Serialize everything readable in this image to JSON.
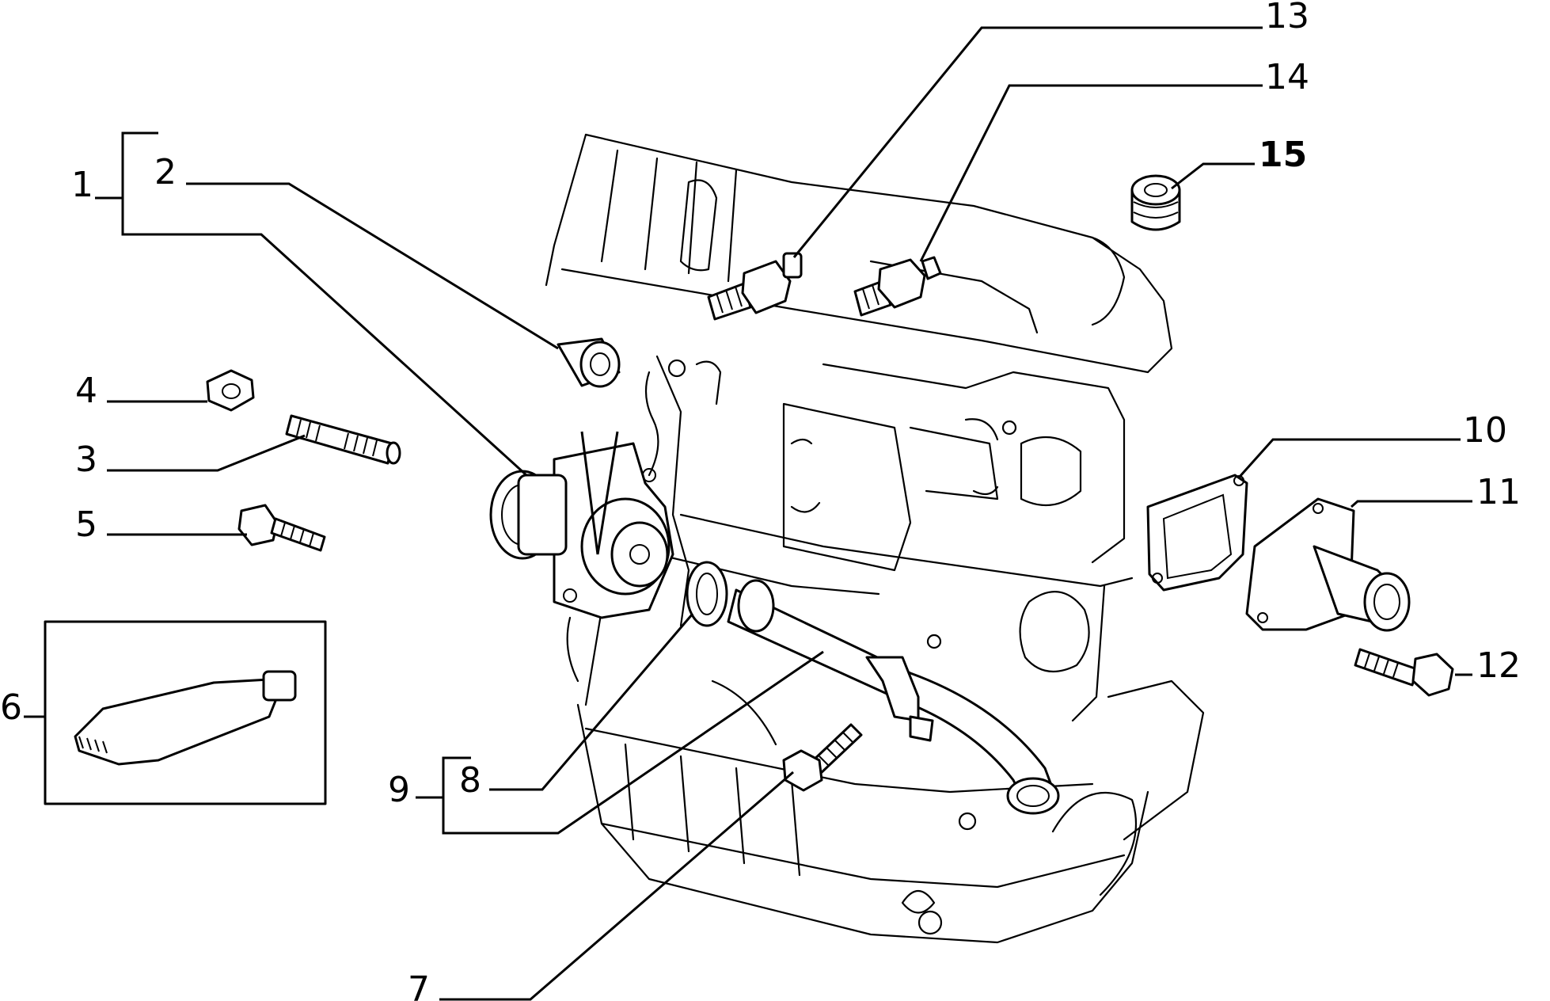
{
  "callouts": [
    {
      "id": "1",
      "text": "1"
    },
    {
      "id": "2",
      "text": "2"
    },
    {
      "id": "3",
      "text": "3"
    },
    {
      "id": "4",
      "text": "4"
    },
    {
      "id": "5",
      "text": "5"
    },
    {
      "id": "6",
      "text": "6"
    },
    {
      "id": "7",
      "text": "7"
    },
    {
      "id": "8",
      "text": "8"
    },
    {
      "id": "9",
      "text": "9"
    },
    {
      "id": "10",
      "text": "10"
    },
    {
      "id": "11",
      "text": "11"
    },
    {
      "id": "12",
      "text": "12"
    },
    {
      "id": "13",
      "text": "13"
    },
    {
      "id": "14",
      "text": "14"
    },
    {
      "id": "15",
      "text": "15"
    }
  ],
  "colors": {
    "ink": "#000000",
    "paper": "#ffffff"
  }
}
